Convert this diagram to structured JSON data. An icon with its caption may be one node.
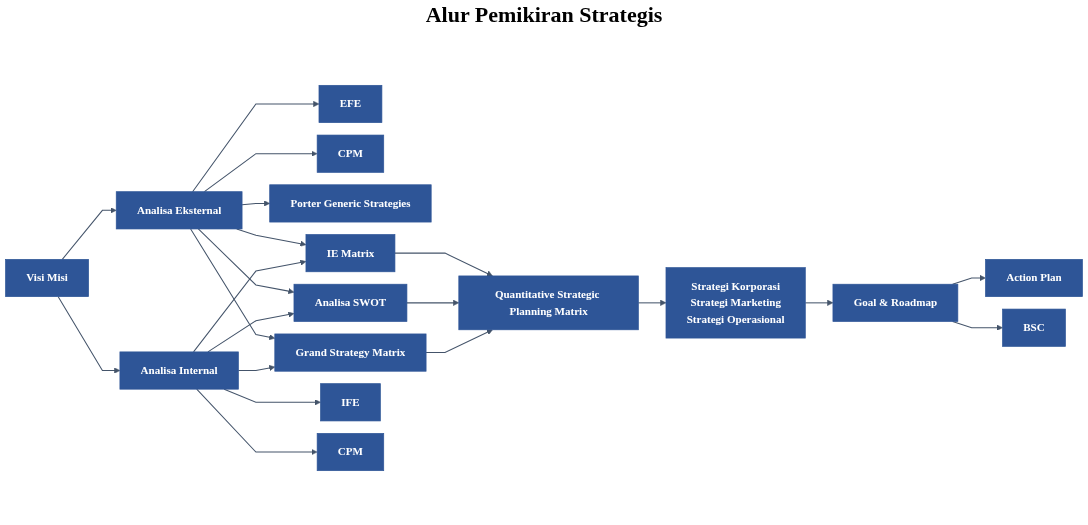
{
  "diagram": {
    "title": "Alur Pemikiran Strategis",
    "nodes": [
      {
        "text": [
          "EFE"
        ]
      },
      {
        "text": [
          "CPM"
        ]
      },
      {
        "text": [
          "Porter Generic Strategies"
        ]
      },
      {
        "text": [
          "Analisa Eksternal"
        ]
      },
      {
        "text": [
          "Visi Misi"
        ]
      },
      {
        "text": [
          "IE Matrix"
        ]
      },
      {
        "text": [
          "Analisa SWOT"
        ]
      },
      {
        "text": [
          "Grand Strategy Matrix"
        ]
      },
      {
        "text": [
          "Quantitative Strategic Planning Matrix"
        ]
      },
      {
        "text": [
          "Strategi Korporasi",
          "Strategi Marketing",
          "Strategi Operasional"
        ]
      },
      {
        "text": [
          "Goal & Roadmap"
        ]
      },
      {
        "text": [
          "Action Plan"
        ]
      },
      {
        "text": [
          "BSC"
        ]
      },
      {
        "text": [
          "Analisa Internal"
        ]
      },
      {
        "text": [
          "IFE"
        ]
      },
      {
        "text": [
          "CPM"
        ]
      }
    ],
    "edges": [
      {
        "from": 4,
        "to": 3,
        "arrow": "to"
      },
      {
        "from": 4,
        "to": 13,
        "arrow": "to"
      },
      {
        "from": 3,
        "to": 0,
        "arrow": "to"
      },
      {
        "from": 3,
        "to": 1,
        "arrow": "to"
      },
      {
        "from": 3,
        "to": 2,
        "arrow": "to"
      },
      {
        "from": 3,
        "to": 5,
        "arrow": "to"
      },
      {
        "from": 3,
        "to": 6,
        "arrow": "to"
      },
      {
        "from": 3,
        "to": 7,
        "arrow": "to"
      },
      {
        "from": 13,
        "to": 5,
        "arrow": "to"
      },
      {
        "from": 13,
        "to": 6,
        "arrow": "to"
      },
      {
        "from": 13,
        "to": 7,
        "arrow": "to"
      },
      {
        "from": 13,
        "to": 14,
        "arrow": "to"
      },
      {
        "from": 13,
        "to": 15,
        "arrow": "to"
      },
      {
        "from": 5,
        "to": 8,
        "arrow": "to"
      },
      {
        "from": 6,
        "to": 8,
        "arrow": "to"
      },
      {
        "from": 7,
        "to": 8,
        "arrow": "to"
      },
      {
        "from": 8,
        "to": 9,
        "arrow": "to"
      },
      {
        "from": 9,
        "to": 10,
        "arrow": "to"
      },
      {
        "from": 10,
        "to": 11,
        "arrow": "to"
      },
      {
        "from": 10,
        "to": 12,
        "arrow": "to"
      }
    ]
  }
}
